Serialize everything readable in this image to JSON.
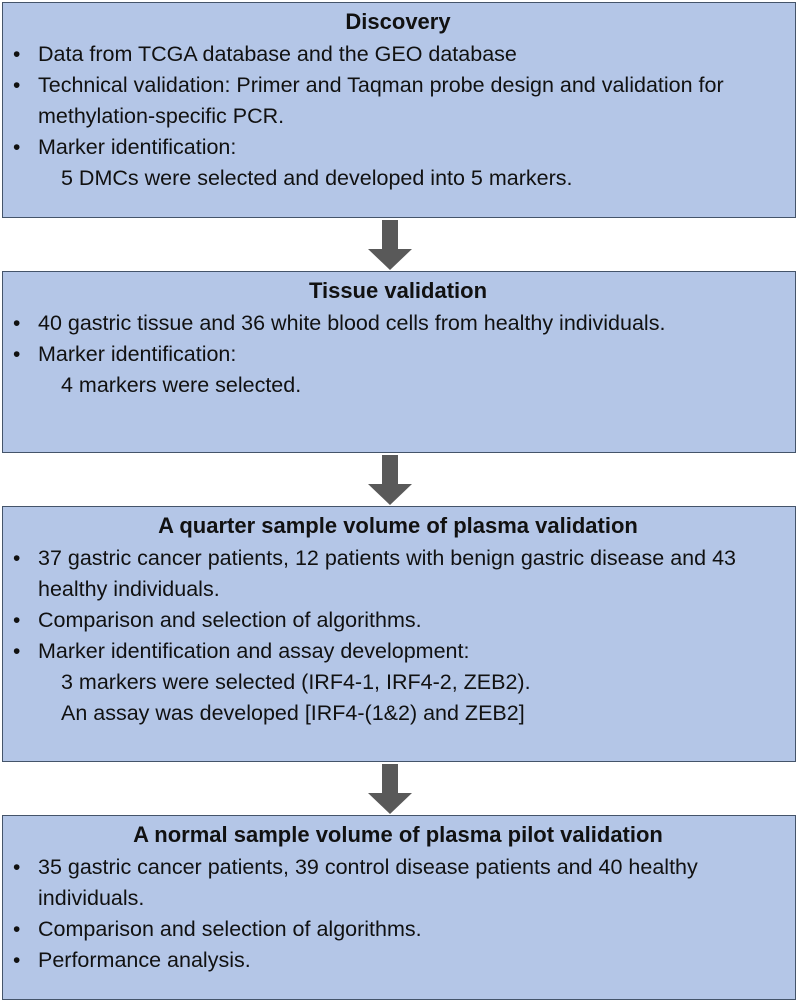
{
  "stages": [
    {
      "title": "Discovery",
      "bullets": [
        {
          "text": "Data from TCGA database and the GEO database",
          "sub": []
        },
        {
          "text": "Technical validation: Primer and Taqman probe design and validation for methylation-specific PCR.",
          "sub": []
        },
        {
          "text": "Marker identification:",
          "sub": [
            "5 DMCs were selected and developed into 5 markers."
          ]
        }
      ]
    },
    {
      "title": "Tissue validation",
      "bullets": [
        {
          "text": "40 gastric tissue and 36 white blood cells from healthy individuals.",
          "sub": []
        },
        {
          "text": "Marker identification:",
          "sub": [
            "4 markers were selected."
          ]
        }
      ]
    },
    {
      "title": "A quarter sample volume of plasma validation",
      "bullets": [
        {
          "text": "37 gastric cancer patients, 12 patients with benign gastric disease and 43 healthy individuals.",
          "sub": []
        },
        {
          "text": "Comparison and selection of algorithms.",
          "sub": []
        },
        {
          "text": "Marker identification and assay development:",
          "sub": [
            "3 markers were selected (IRF4-1, IRF4-2, ZEB2).",
            "An assay was developed [IRF4-(1&2) and ZEB2]"
          ]
        }
      ]
    },
    {
      "title": "A normal sample volume of plasma pilot validation",
      "bullets": [
        {
          "text": "35 gastric cancer patients, 39 control disease patients and 40 healthy individuals.",
          "sub": []
        },
        {
          "text": "Comparison and selection of algorithms.",
          "sub": []
        },
        {
          "text": "Performance analysis.",
          "sub": []
        }
      ]
    }
  ],
  "colors": {
    "box_fill": "#b4c6e7",
    "box_border": "#44546a",
    "arrow_fill": "#595959"
  }
}
